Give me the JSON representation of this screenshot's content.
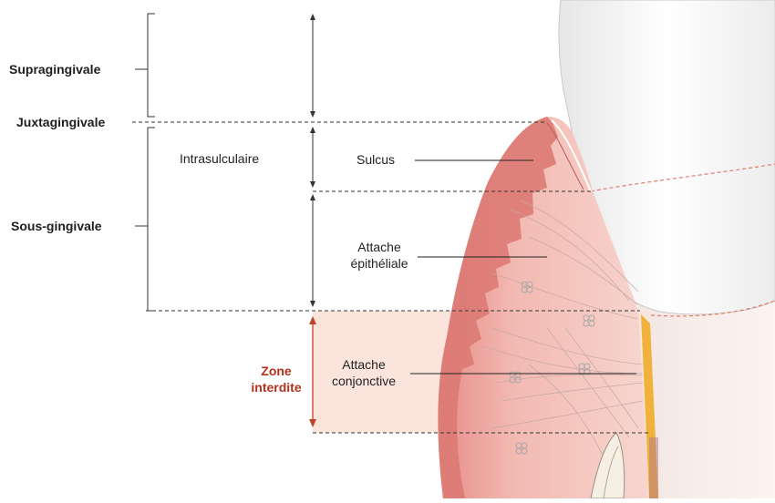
{
  "labels": {
    "supragingivale": "Supragingivale",
    "juxtagingivale": "Juxtagingivale",
    "sous_gingivale": "Sous-gingivale",
    "intrasulculaire": "Intrasulculaire",
    "sulcus": "Sulcus",
    "attache_epitheliale_line1": "Attache",
    "attache_epitheliale_line2": "épithéliale",
    "attache_conjonctive_line1": "Attache",
    "attache_conjonctive_line2": "conjonctive",
    "zone_interdite_line1": "Zone",
    "zone_interdite_line2": "interdite"
  },
  "colors": {
    "gingiva": "#e8a39c",
    "gingiva_dark": "#d9736f",
    "gingiva_light": "#f6d3cc",
    "zone_interdite_fill": "#fbe4dc",
    "zone_interdite_accent": "#b5311b",
    "tooth": "#f3f3f3",
    "cementum": "#f0b23a",
    "dashed_line": "#333333"
  }
}
